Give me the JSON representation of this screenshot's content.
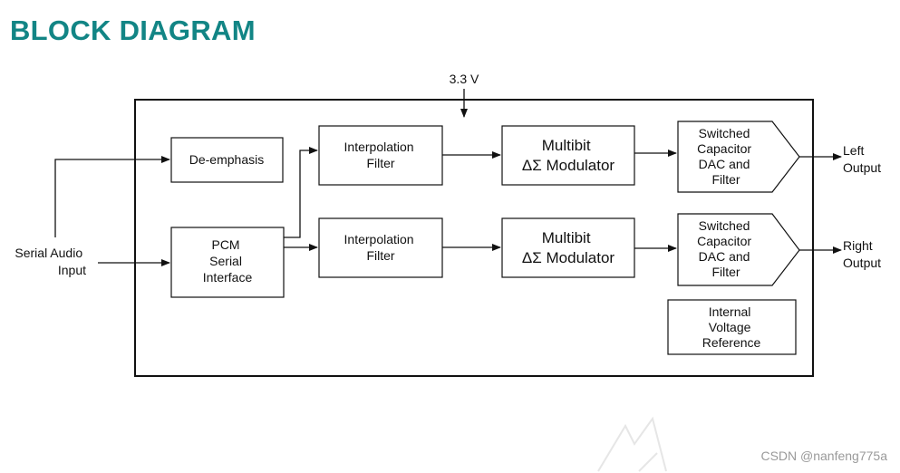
{
  "page": {
    "title": "BLOCK DIAGRAM",
    "watermark": "CSDN @nanfeng775a"
  },
  "diagram": {
    "supply": "3.3 V",
    "input": [
      "Serial Audio",
      "Input"
    ],
    "deemphasis": "De-emphasis",
    "pcm": [
      "PCM",
      "Serial",
      "Interface"
    ],
    "interp_top": [
      "Interpolation",
      "Filter"
    ],
    "interp_bottom": [
      "Interpolation",
      "Filter"
    ],
    "mod_top": [
      "Multibit",
      "ΔΣ Modulator"
    ],
    "mod_bottom": [
      "Multibit",
      "ΔΣ Modulator"
    ],
    "dac_top": [
      "Switched",
      "Capacitor",
      "DAC and",
      "Filter"
    ],
    "dac_bottom": [
      "Switched",
      "Capacitor",
      "DAC and",
      "Filter"
    ],
    "vref": [
      "Internal",
      "Voltage",
      "Reference"
    ],
    "out_left": [
      "Left",
      "Output"
    ],
    "out_right": [
      "Right",
      "Output"
    ]
  }
}
